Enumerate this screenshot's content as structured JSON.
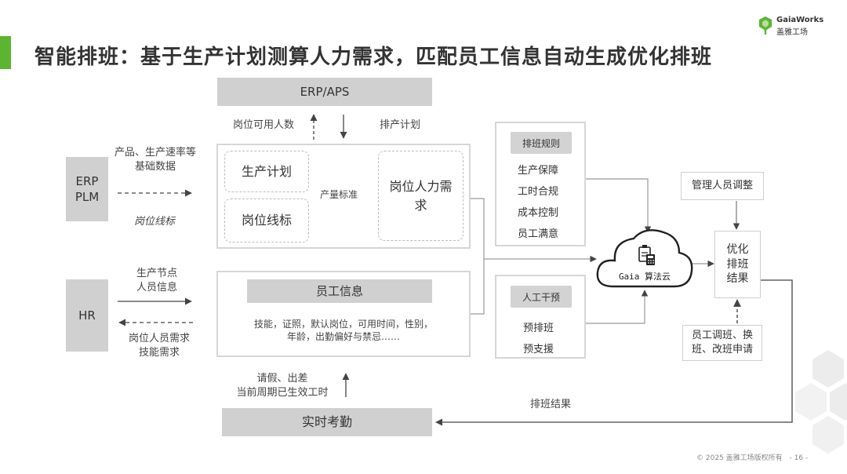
{
  "title": "智能排班：基于生产计划测算人力需求，匹配员工信息自动生成优化排班",
  "logo": {
    "en": "GaiaWorks",
    "cn": "盖雅工场",
    "accent": "#5cb531"
  },
  "left_sources": [
    {
      "label_line1": "ERP",
      "label_line2": "PLM"
    },
    {
      "label": "HR"
    }
  ],
  "erp_aps": {
    "label": "ERP/APS",
    "label_up": "岗位可用人数",
    "label_down": "排产计划"
  },
  "erp_plm_flow": {
    "line1": "产品、生产速率等",
    "line2": "基础数据",
    "italic": "岗位线标"
  },
  "hr_flow": {
    "out_line1": "生产节点",
    "out_line2": "人员信息",
    "in_line1": "岗位人员需求",
    "in_line2": "技能需求"
  },
  "production": {
    "plan": "生产计划",
    "line_std": "岗位线标",
    "arrow_label": "产量标准",
    "demand_line1": "岗位人力需",
    "demand_line2": "求"
  },
  "employee": {
    "header": "员工信息",
    "detail_line1": "技能，证照，默认岗位，可用时间，性别，",
    "detail_line2": "年龄，出勤偏好与禁忌……"
  },
  "rules": {
    "header": "排班规则",
    "items": [
      "生产保障",
      "工时合规",
      "成本控制",
      "员工满意"
    ]
  },
  "manual": {
    "header": "人工干预",
    "items": [
      "预排班",
      "预支援"
    ]
  },
  "cloud": {
    "label": "Gaia 算法云"
  },
  "manager_adjust": "管理人员调整",
  "result": {
    "line1": "优化",
    "line2": "排班",
    "line3": "结果"
  },
  "employee_request": {
    "line1": "员工调班、换",
    "line2": "班、改班申请"
  },
  "attendance": {
    "label": "实时考勤",
    "note_line1": "请假、出差",
    "note_line2": "当前周期已生效工时",
    "return_label": "排班结果"
  },
  "footer": {
    "copyright": "© 2025 盖雅工场版权所有",
    "page": "- 16 -"
  }
}
